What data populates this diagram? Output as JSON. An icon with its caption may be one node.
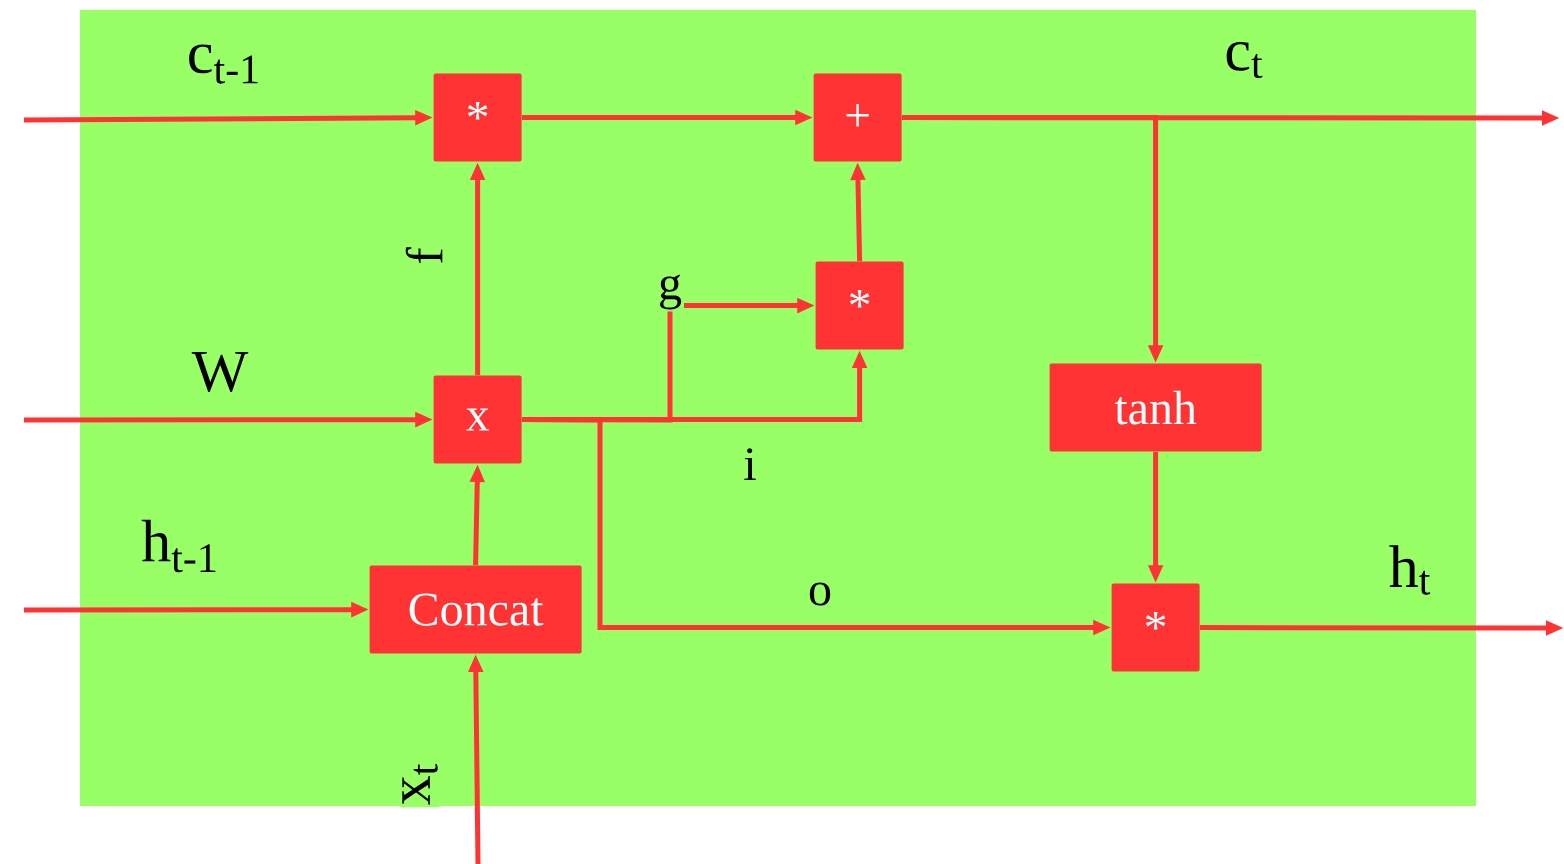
{
  "diagram": {
    "nodes": [
      {
        "text": [],
        "shape": "box"
      },
      {
        "text": [
          "*"
        ],
        "in": 0
      },
      {
        "text": [
          "+"
        ],
        "in": 0
      },
      {
        "text": [
          "*"
        ],
        "in": 0
      },
      {
        "text": [
          "x"
        ],
        "in": 0
      },
      {
        "text": [
          "Concat"
        ],
        "in": 0
      },
      {
        "text": [
          "tanh"
        ],
        "in": 0
      },
      {
        "text": [
          "*"
        ],
        "in": 0
      }
    ],
    "edges": [
      {
        "from": null,
        "to": 1,
        "arrow": "to",
        "label": "c$_{t-1}$"
      },
      {
        "from": 1,
        "to": 2,
        "arrow": "to"
      },
      {
        "from": 3,
        "to": 2,
        "arrow": "to"
      },
      {
        "from": 2,
        "to": null,
        "arrow": "to",
        "label": "c$_{t}$"
      },
      {
        "from": 2,
        "to": 6,
        "arrow": "to"
      },
      {
        "from": 6,
        "to": 7,
        "arrow": "to"
      },
      {
        "from": 7,
        "to": null,
        "arrow": "to",
        "label": "h$_{t}$"
      },
      {
        "from": null,
        "to": 4,
        "arrow": "to",
        "label": "W"
      },
      {
        "from": null,
        "to": 5,
        "arrow": "to",
        "label": "h$_{t-1}$"
      },
      {
        "from": null,
        "to": 5,
        "arrow": "to",
        "label": "x$_{t}$"
      },
      {
        "from": 5,
        "to": 4,
        "arrow": "to"
      },
      {
        "from": 4,
        "to": 1,
        "arrow": "to",
        "label": "f"
      },
      {
        "from": 4,
        "to": 3,
        "arrow": "to",
        "label": "g"
      },
      {
        "from": 4,
        "to": 3,
        "arrow": "to",
        "label": "i"
      },
      {
        "from": 4,
        "to": 7,
        "arrow": "to",
        "label": "o"
      }
    ]
  }
}
